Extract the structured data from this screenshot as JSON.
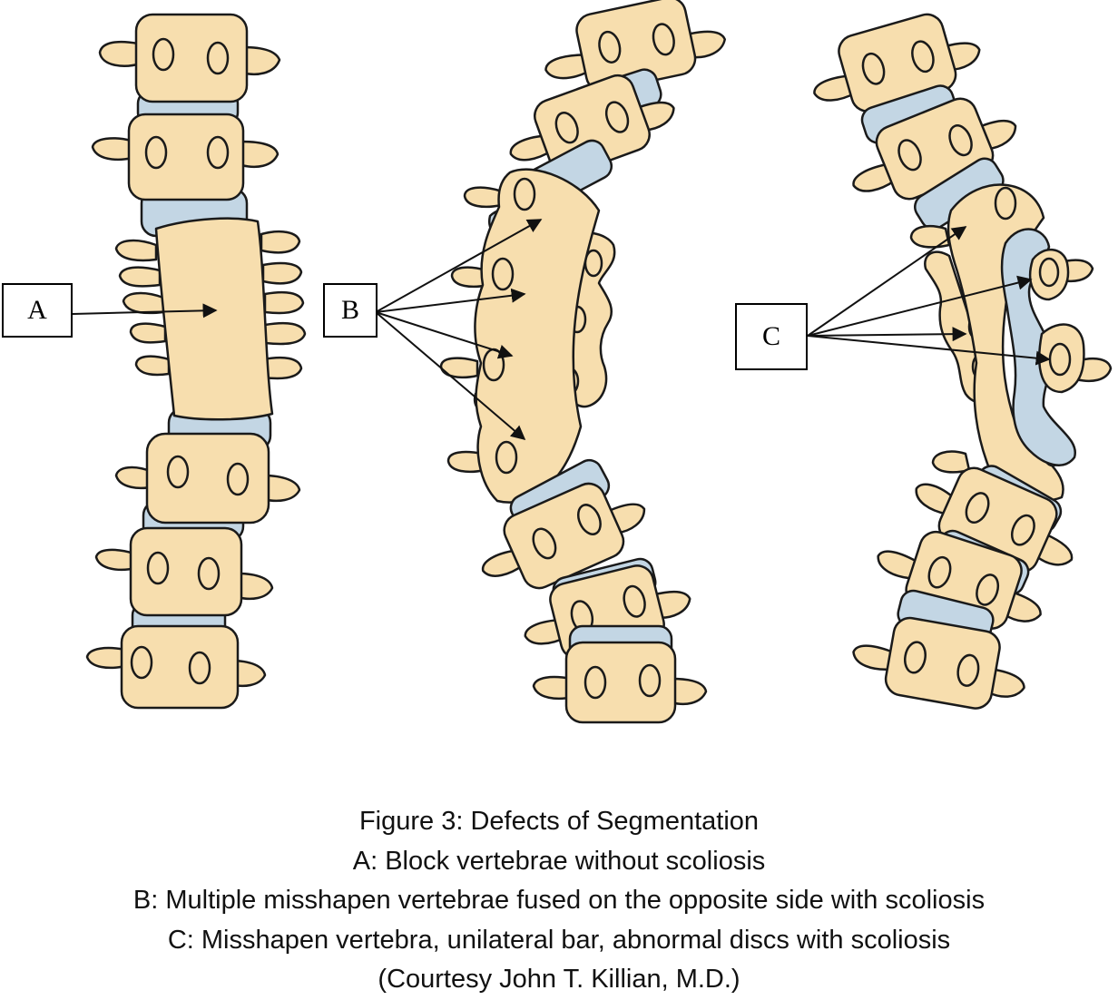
{
  "labels": {
    "a": "A",
    "b": "B",
    "c": "C"
  },
  "caption": {
    "title": "Figure 3: Defects of Segmentation",
    "line_a": "A: Block vertebrae without scoliosis",
    "line_b": "B: Multiple misshapen vertebrae fused on the opposite side with scoliosis",
    "line_c": "C: Misshapen vertebra, unilateral bar, abnormal discs with scoliosis",
    "credit": "(Courtesy John T. Killian, M.D.)"
  },
  "colors": {
    "bone": "#f7deae",
    "disc": "#c3d6e4",
    "outline": "#1a1a1a",
    "background": "#ffffff"
  }
}
